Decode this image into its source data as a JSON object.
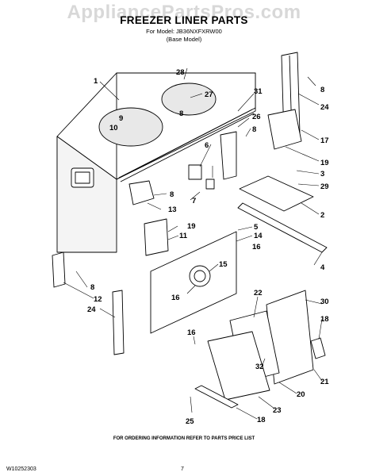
{
  "watermark": "AppliancePartsPros.com",
  "header": {
    "title": "FREEZER LINER PARTS",
    "model_line": "For Model: JB36NXFXRW00",
    "base_model": "(Base Model)"
  },
  "footer": {
    "ordering_note": "FOR ORDERING INFORMATION REFER TO PARTS PRICE LIST",
    "doc_number": "W10252303",
    "page_number": "7"
  },
  "callouts": [
    "1",
    "2",
    "3",
    "4",
    "5",
    "6",
    "7",
    "8",
    "9",
    "10",
    "11",
    "12",
    "13",
    "14",
    "15",
    "16",
    "17",
    "18",
    "19",
    "20",
    "21",
    "22",
    "23",
    "24",
    "25",
    "26",
    "27",
    "28",
    "29",
    "30",
    "31",
    "32"
  ]
}
